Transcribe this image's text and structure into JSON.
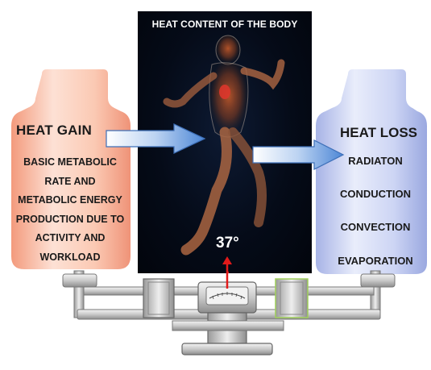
{
  "panel": {
    "title": "HEAT CONTENT OF THE BODY",
    "temperature": "37°"
  },
  "heat_gain": {
    "title": "HEAT GAIN",
    "description_lines": [
      "BASIC METABOLIC",
      "RATE AND",
      "METABOLIC ENERGY",
      "PRODUCTION DUE TO",
      "ACTIVITY AND",
      "WORKLOAD"
    ]
  },
  "heat_loss": {
    "title": "HEAT LOSS",
    "items": [
      "RADIATON",
      "CONDUCTION",
      "CONVECTION",
      "EVAPORATION"
    ]
  },
  "colors": {
    "gain_weight": "#f7b9a0",
    "loss_weight": "#b9c4ee",
    "arrow": "#5b8fd8",
    "pointer": "#e21a1a",
    "panel_bg": "#050b18"
  }
}
